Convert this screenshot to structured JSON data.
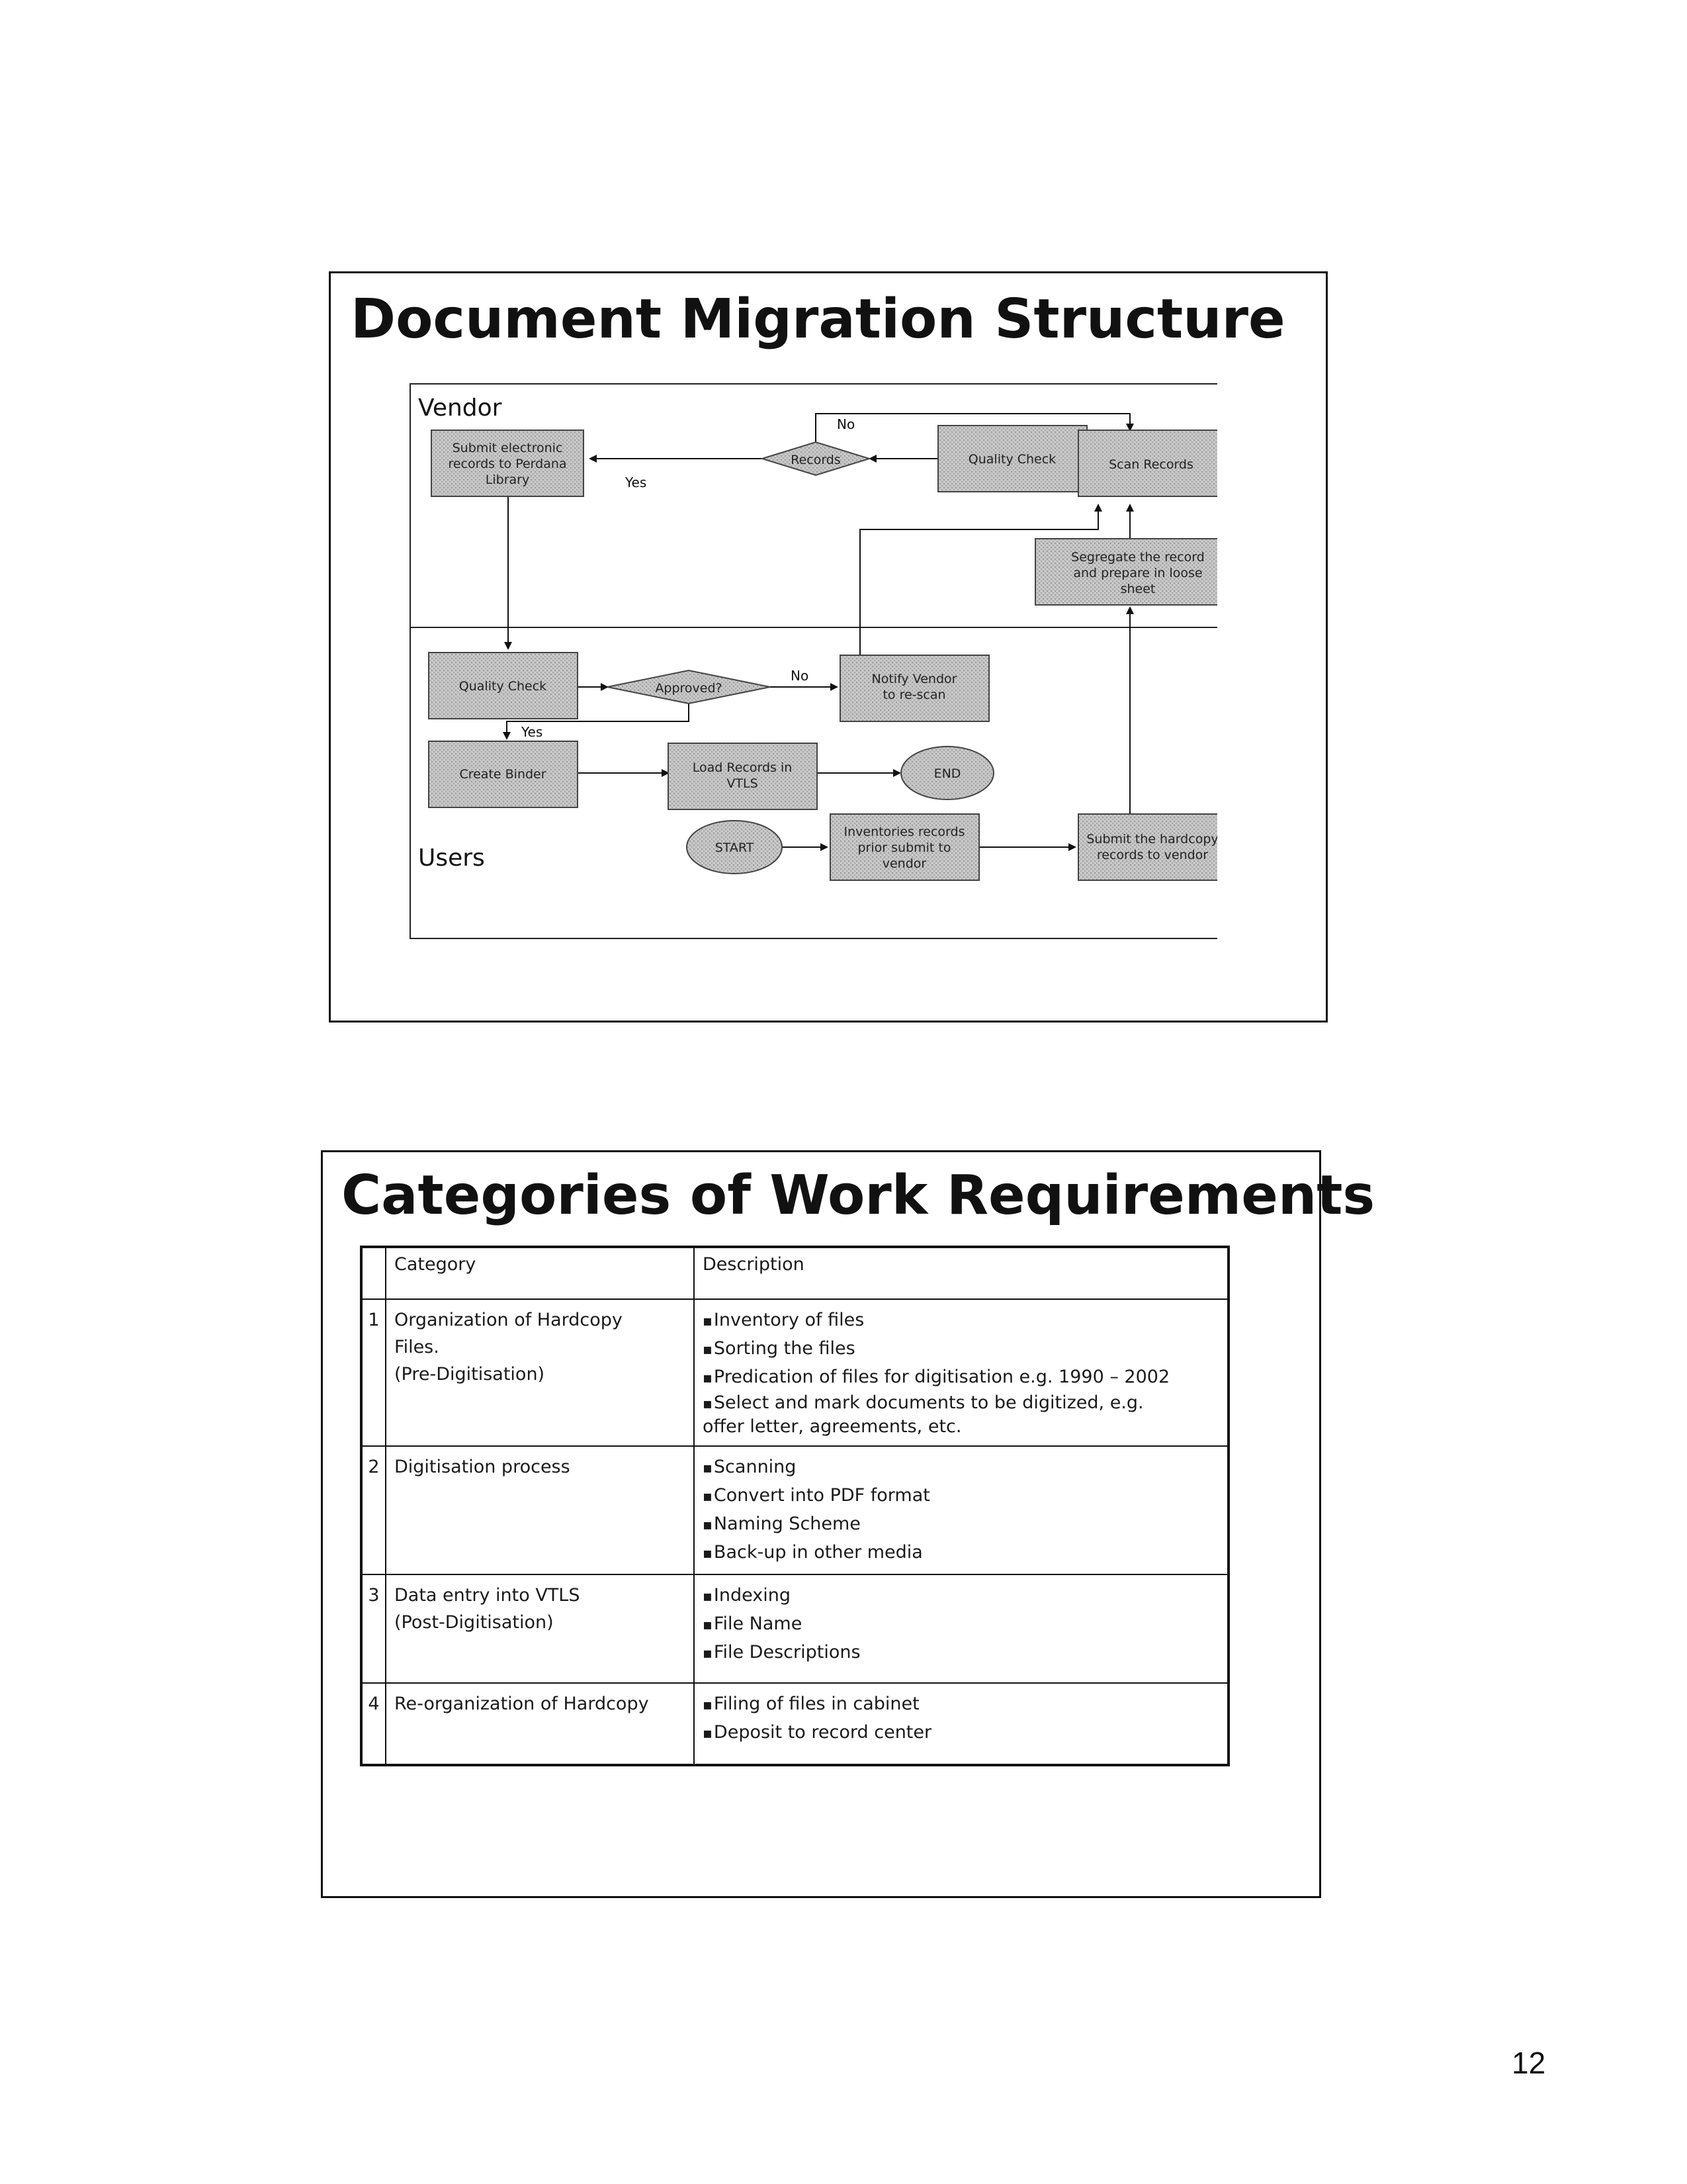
{
  "slide1": {
    "title": "Document Migration Structure",
    "lanes": {
      "vendor": "Vendor",
      "users": "Users"
    },
    "nodes": {
      "submit_electronic": [
        "Submit electronic",
        "records to Perdana",
        "Library"
      ],
      "records_decision": [
        "Records"
      ],
      "quality_check_vendor": [
        "Quality Check"
      ],
      "scan_records": [
        "Scan Records"
      ],
      "segregate": [
        "Segregate the record",
        "and prepare in loose",
        "sheet"
      ],
      "quality_check_user": [
        "Quality Check"
      ],
      "approved_decision": [
        "Approved?"
      ],
      "notify_vendor": [
        "Notify Vendor",
        "to re-scan"
      ],
      "create_binder": [
        "Create Binder"
      ],
      "load_records": [
        "Load Records in",
        "VTLS"
      ],
      "end": [
        "END"
      ],
      "start": [
        "START"
      ],
      "inventories": [
        "Inventories records",
        "prior submit to",
        "vendor"
      ],
      "submit_hardcopy": [
        "Submit the hardcopy",
        "records to vendor"
      ]
    },
    "edge_labels": {
      "no_top": "No",
      "yes_left": "Yes",
      "no_mid": "No",
      "yes_down": "Yes"
    },
    "colors": {
      "box_fill": "#bdbdbd",
      "box_border": "#444444"
    }
  },
  "slide2": {
    "title": "Categories of Work Requirements",
    "table": {
      "headers": [
        "Category",
        "Description"
      ],
      "rows": [
        {
          "num": "1",
          "category": [
            "Organization of Hardcopy",
            "Files.",
            "(Pre-Digitisation)"
          ],
          "description": [
            "Inventory of files",
            "Sorting the files",
            "Predication of files for digitisation e.g. 1990 – 2002",
            "Select and mark documents to be digitized, e.g."
          ],
          "description_cont": "offer letter, agreements, etc."
        },
        {
          "num": "2",
          "category": [
            "Digitisation process"
          ],
          "description": [
            "Scanning",
            "Convert into PDF format",
            "Naming Scheme",
            "Back-up in other media"
          ]
        },
        {
          "num": "3",
          "category": [
            "Data entry into VTLS",
            "(Post-Digitisation)"
          ],
          "description": [
            "Indexing",
            "File Name",
            "File Descriptions"
          ]
        },
        {
          "num": "4",
          "category": [
            "Re-organization of Hardcopy"
          ],
          "description": [
            "Filing of files in cabinet",
            "Deposit to record center"
          ]
        }
      ]
    }
  },
  "page_number": "12"
}
